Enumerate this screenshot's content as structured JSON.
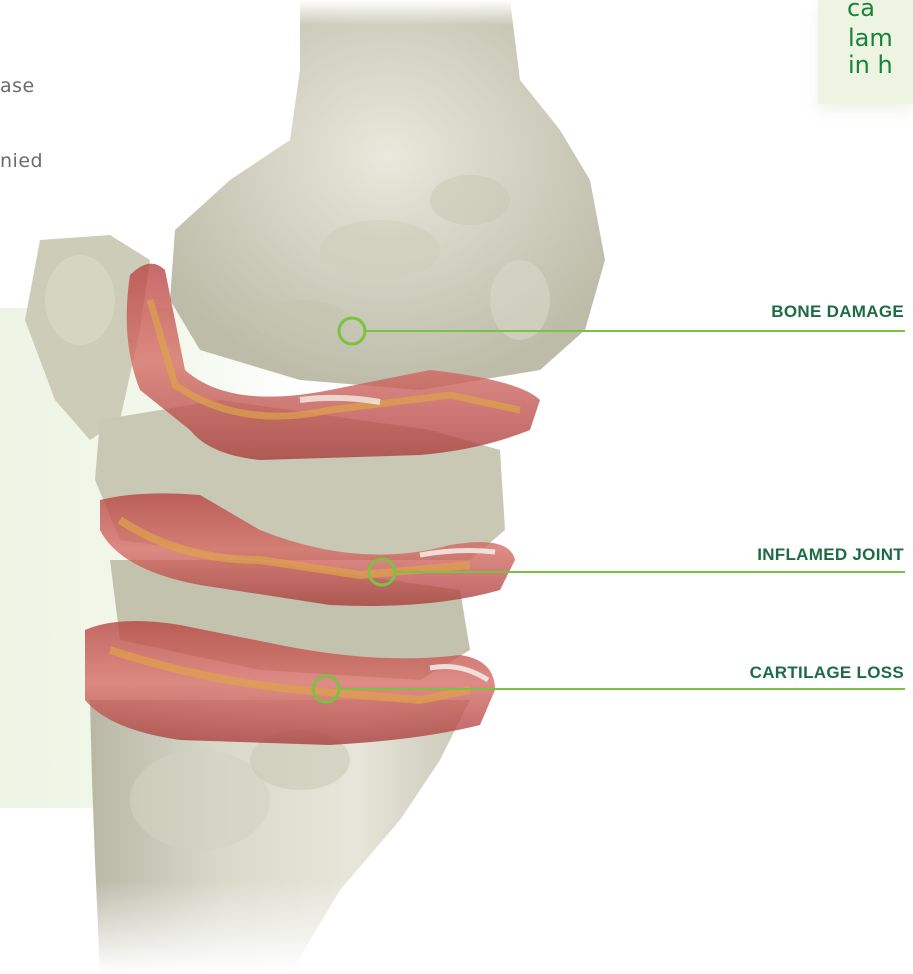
{
  "intro_text": {
    "line1": "ase",
    "line2": "nied"
  },
  "corner_box": {
    "line1": "ca",
    "line2": "lam",
    "line3": "in h"
  },
  "callouts": {
    "bone_damage": "BONE DAMAGE",
    "inflamed_joint": "INFLAMED JOINT",
    "cartilage_loss": "CARTILAGE LOSS"
  },
  "colors": {
    "callout_line": "#7cc242",
    "label_text": "#1d6b45",
    "corner_text": "#17843a",
    "panel_bg": "#eef4e4"
  }
}
